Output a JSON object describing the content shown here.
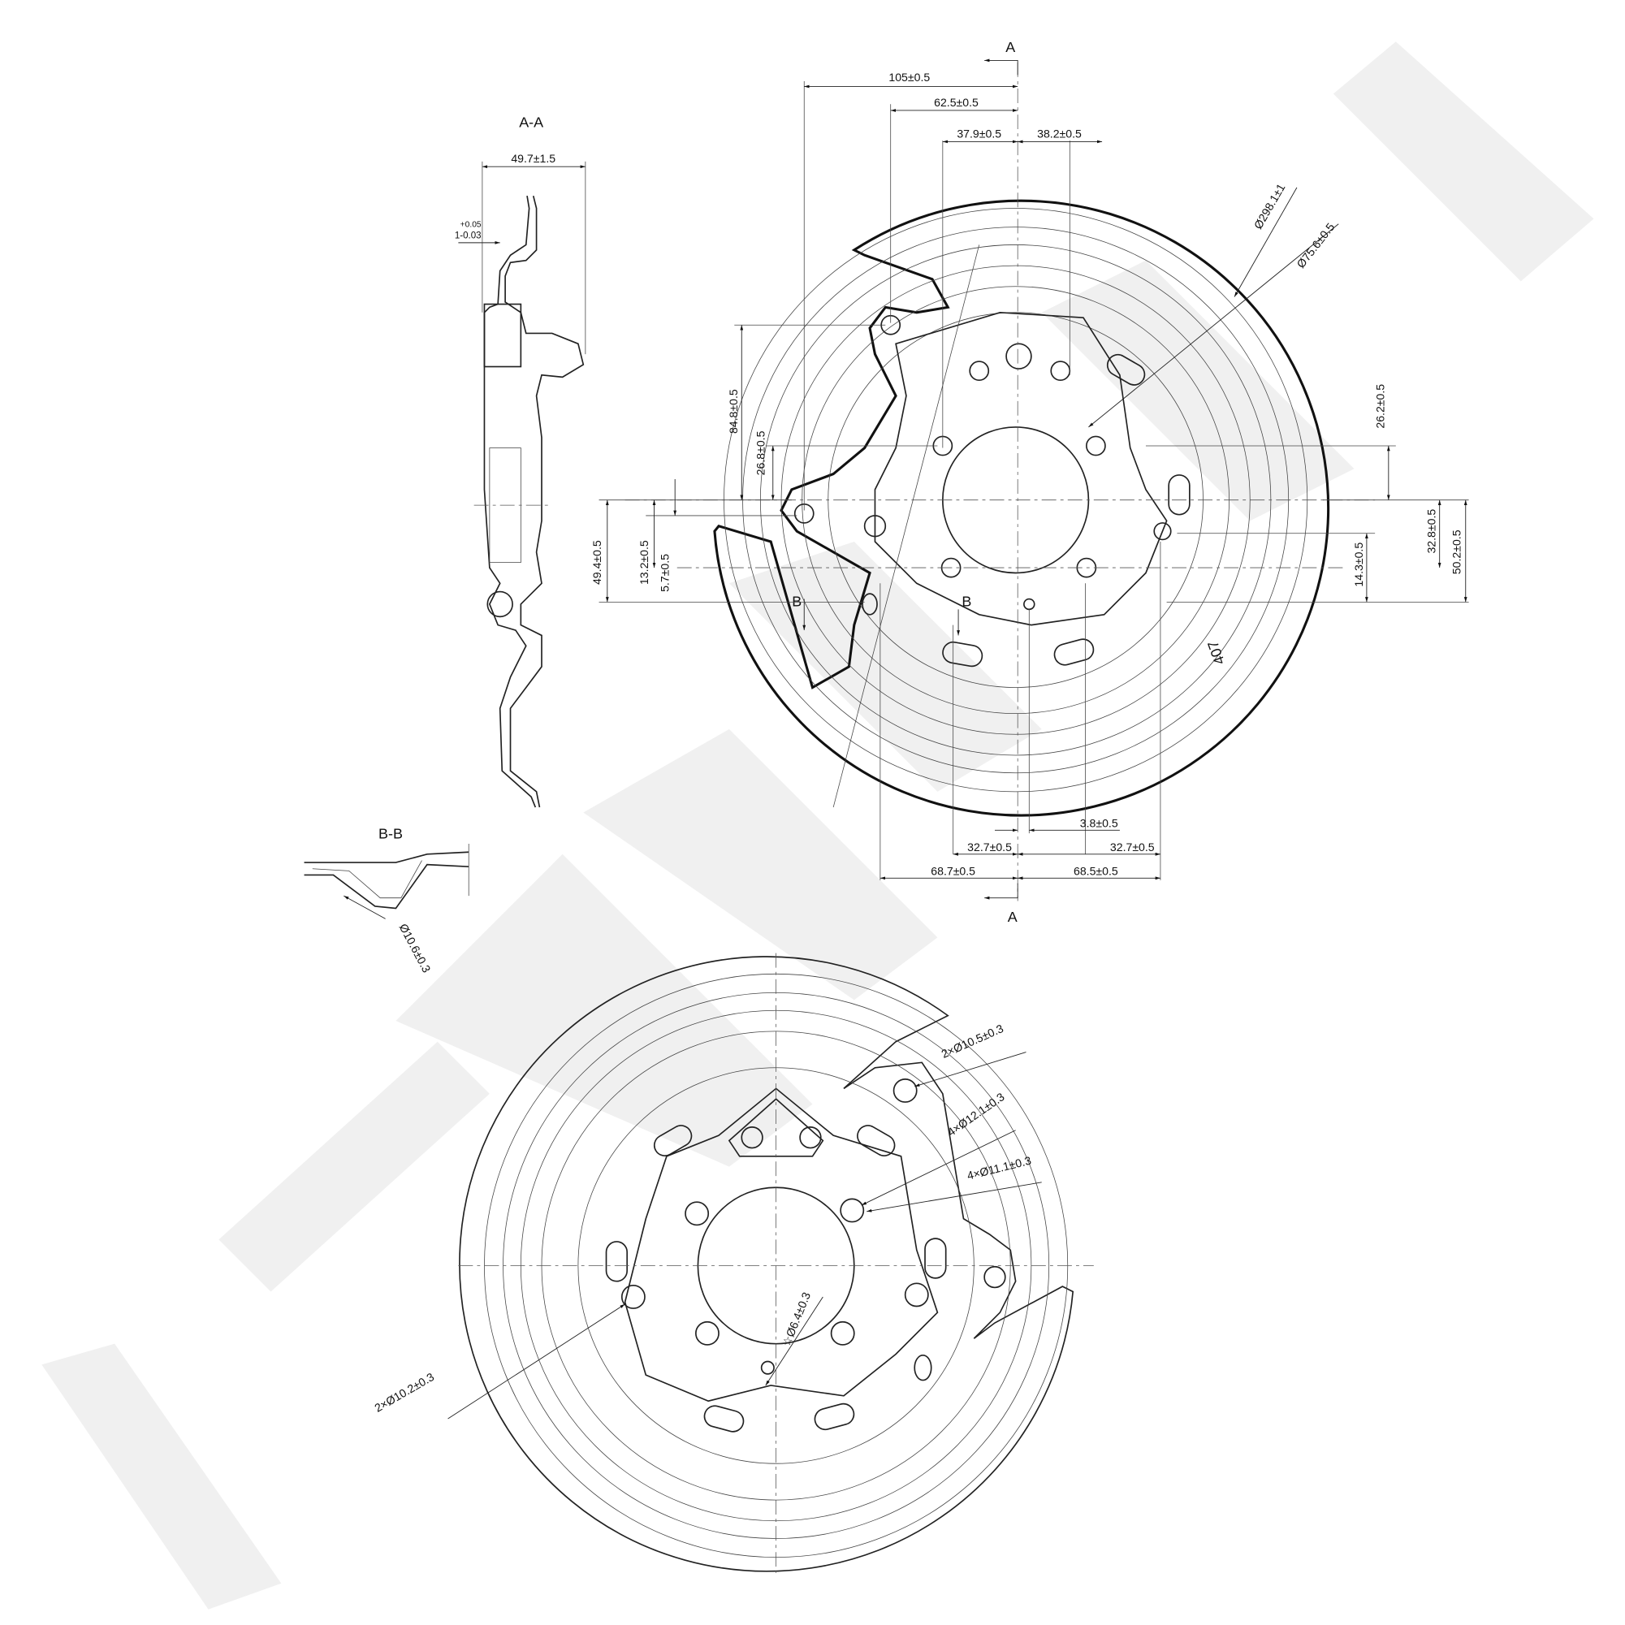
{
  "views": {
    "section_aa": {
      "title": "A-A",
      "width_dim": "49.7±1.5",
      "thickness_tol_upper": "+0.05",
      "thickness_tol_lower": "1-0.03"
    },
    "section_bb": {
      "title": "B-B",
      "hole_dim": "Ø10.6±0.3"
    },
    "front_view": {
      "section_mark_a_top": "A",
      "section_mark_a_bottom": "A",
      "section_mark_b_left": "B",
      "section_mark_b_right": "B",
      "part_stamp": "407",
      "top_dims": [
        "105±0.5",
        "62.5±0.5",
        "37.9±0.5",
        "38.2±0.5"
      ],
      "diameter_dims": [
        "Ø298.1±1",
        "Ø75.6±0.5"
      ],
      "left_dims": [
        "84.8±0.5",
        "26.8±0.5",
        "49.4±0.5",
        "13.2±0.5",
        "5.7±0.5"
      ],
      "right_dims": [
        "26.2±0.5",
        "14.3±0.5",
        "32.8±0.5",
        "50.2±0.5"
      ],
      "bottom_dims": [
        "3.8±0.5",
        "32.7±0.5",
        "32.7±0.5",
        "68.7±0.5",
        "68.5±0.5"
      ]
    },
    "rear_view": {
      "hole_callouts": [
        "2×Ø10.5±0.3",
        "4×Ø12.1±0.3",
        "4×Ø11.1±0.3",
        "☆Ø6.4±0.3",
        "2×Ø10.2±0.3"
      ]
    }
  }
}
